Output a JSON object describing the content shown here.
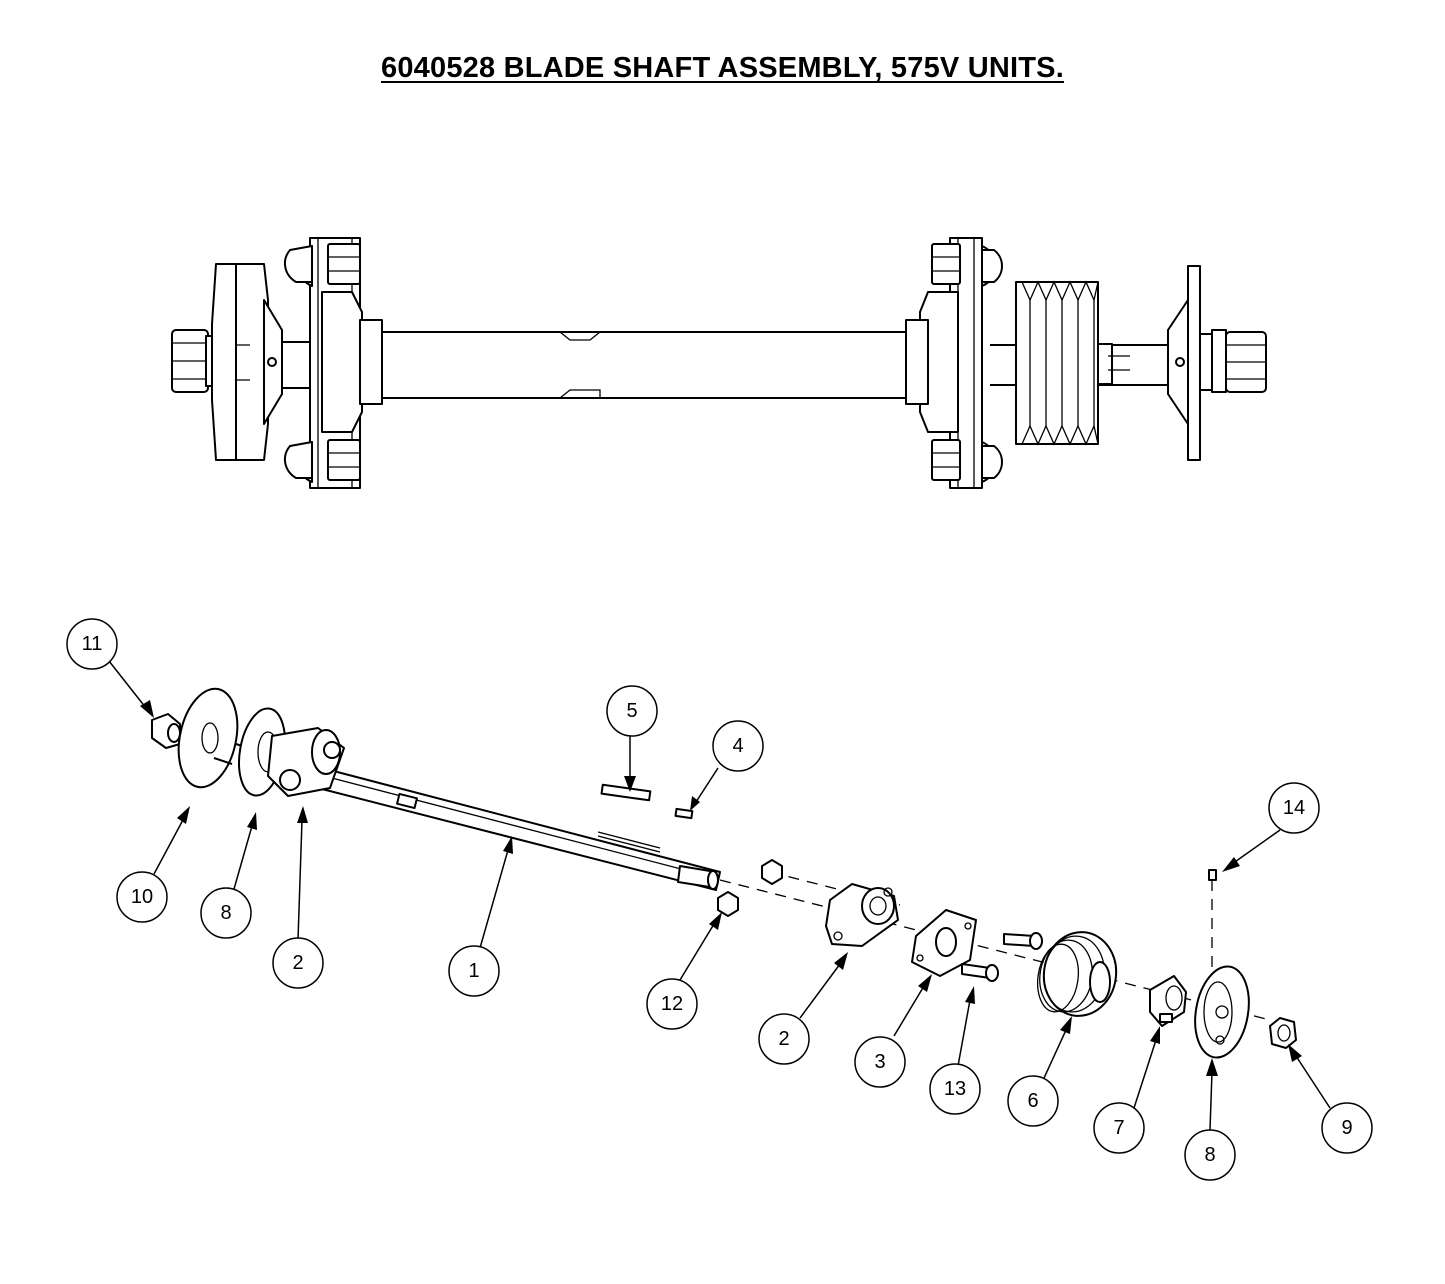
{
  "title": "6040528  BLADE SHAFT ASSEMBLY, 575V UNITS.",
  "callouts": [
    {
      "id": "11",
      "label": "11"
    },
    {
      "id": "10",
      "label": "10"
    },
    {
      "id": "8a",
      "label": "8"
    },
    {
      "id": "2a",
      "label": "2"
    },
    {
      "id": "1",
      "label": "1"
    },
    {
      "id": "5",
      "label": "5"
    },
    {
      "id": "4",
      "label": "4"
    },
    {
      "id": "12",
      "label": "12"
    },
    {
      "id": "2b",
      "label": "2"
    },
    {
      "id": "3",
      "label": "3"
    },
    {
      "id": "13",
      "label": "13"
    },
    {
      "id": "6",
      "label": "6"
    },
    {
      "id": "7",
      "label": "7"
    },
    {
      "id": "8b",
      "label": "8"
    },
    {
      "id": "9",
      "label": "9"
    },
    {
      "id": "14",
      "label": "14"
    }
  ]
}
